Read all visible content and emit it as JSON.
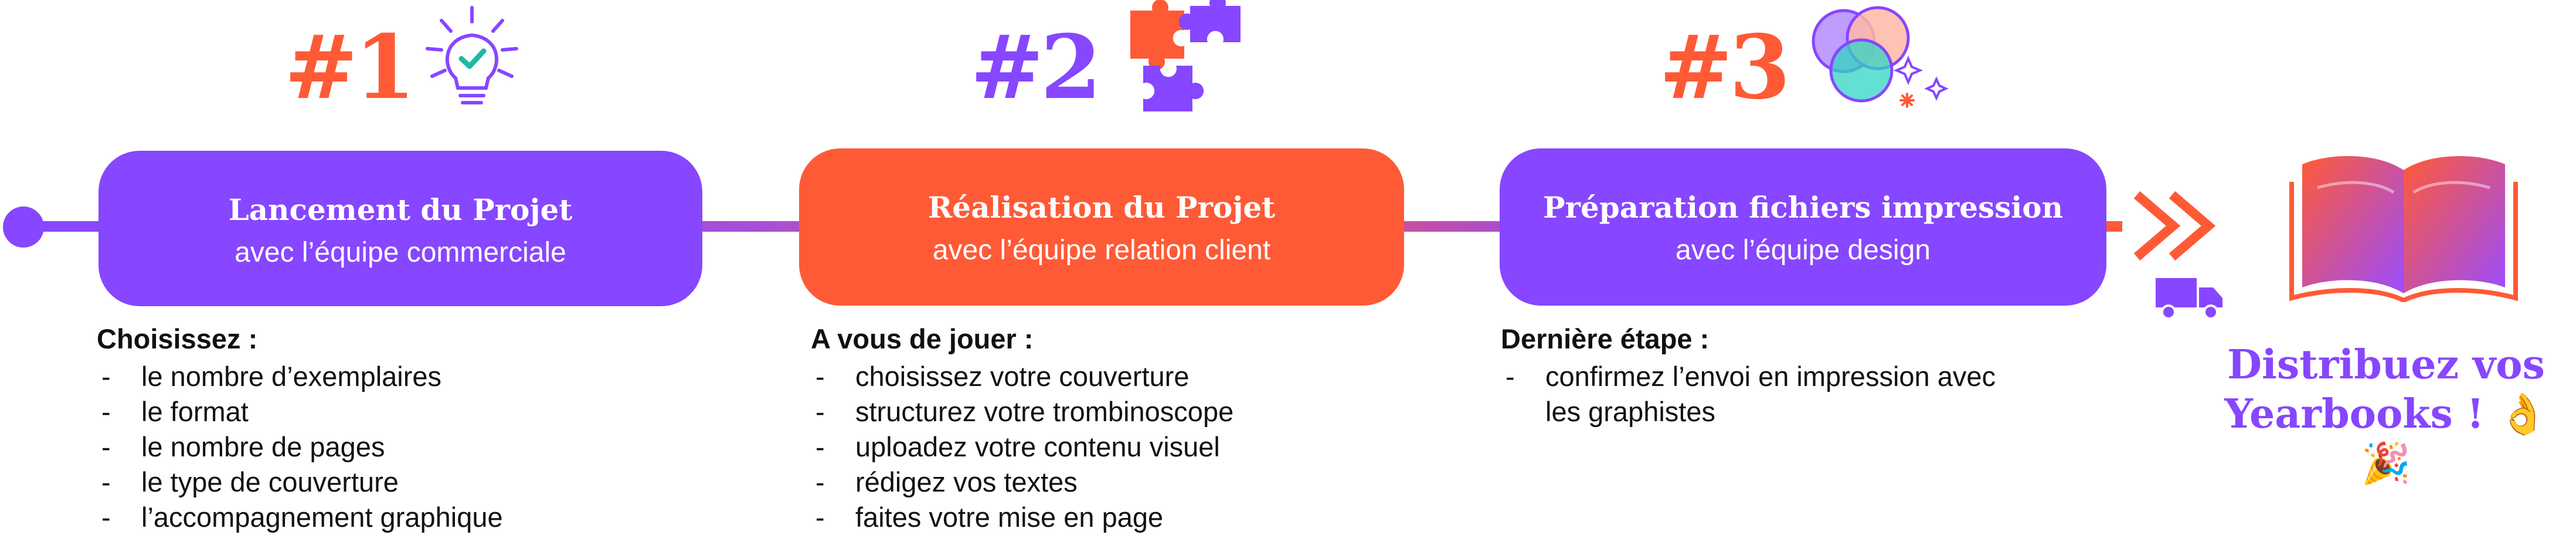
{
  "colors": {
    "purple": "#8746ff",
    "orange": "#ff5a36"
  },
  "steps": [
    {
      "number": "#1",
      "title": "Lancement du Projet",
      "subtitle": "avec l’équipe commerciale",
      "heading": "Choisissez :",
      "items": [
        "le nombre d’exemplaires",
        "le format",
        "le nombre de pages",
        "le type de couverture",
        "l’accompagnement graphique"
      ],
      "icon": "lightbulb-check-icon"
    },
    {
      "number": "#2",
      "title": "Réalisation du Projet",
      "subtitle": "avec l’équipe relation client",
      "heading": "A vous de jouer :",
      "items": [
        "choisissez votre couverture",
        "structurez votre trombinoscope",
        "uploadez votre contenu visuel",
        "rédigez vos textes",
        "faites votre mise en page"
      ],
      "icon": "puzzle-icon"
    },
    {
      "number": "#3",
      "title": "Préparation fichiers  impression",
      "subtitle": "avec l’équipe design",
      "heading": "Dernière étape :",
      "items": [
        "confirmez l’envoi en impression avec les graphistes"
      ],
      "icon": "color-circles-icon"
    }
  ],
  "final": {
    "line1": "Distribuez vos",
    "line2": "Yearbooks ! 👌🎉",
    "icons": [
      "truck-icon",
      "open-book-icon"
    ]
  }
}
